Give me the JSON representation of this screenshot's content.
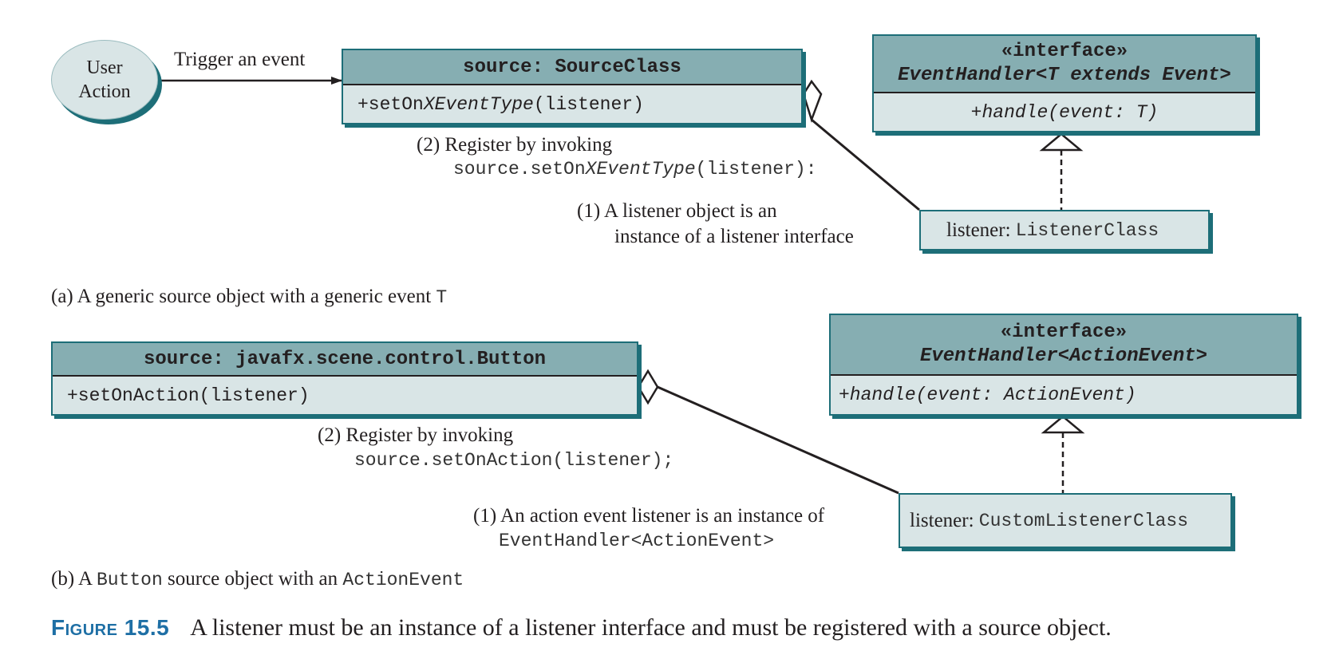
{
  "part_a": {
    "user_action": {
      "line1": "User",
      "line2": "Action"
    },
    "trigger_label": "Trigger an event",
    "source_box": {
      "title": "source: SourceClass",
      "method_prefix": "+setOn",
      "method_italic": "XEventType",
      "method_suffix": "(listener)"
    },
    "register_label": "(2) Register by invoking",
    "register_code": {
      "prefix": "source.setOn",
      "italic": "XEventType",
      "suffix": "(listener):"
    },
    "interface_box": {
      "stereotype": "«interface»",
      "name": "EventHandler<T extends Event>",
      "method": "+handle(event: T)"
    },
    "listener_note": {
      "line1": "(1) A listener object is an",
      "line2": "instance of a listener interface"
    },
    "listener_box": {
      "label": "listener: ",
      "class": "ListenerClass"
    },
    "caption": {
      "text": "(a) A generic source object with a generic event ",
      "code": "T"
    }
  },
  "part_b": {
    "source_box": {
      "title": "source: javafx.scene.control.Button",
      "method": "+setOnAction(listener)"
    },
    "register_label": "(2) Register by invoking",
    "register_code": "source.setOnAction(listener);",
    "interface_box": {
      "stereotype": "«interface»",
      "name": "EventHandler<ActionEvent>",
      "method": "+handle(event: ActionEvent)"
    },
    "listener_note": {
      "line1": "(1) An action event listener is an instance of",
      "line2": "EventHandler<ActionEvent>"
    },
    "listener_box": {
      "label": "listener: ",
      "class": "CustomListenerClass"
    },
    "caption": {
      "prefix": "(b) A ",
      "code1": "Button",
      "middle": " source object with an ",
      "code2": "ActionEvent"
    }
  },
  "figure": {
    "label": "Figure 15.5",
    "text": "A listener must be an instance of a listener interface and must be registered with a source object."
  },
  "colors": {
    "teal_dark": "#1d6e78",
    "header_fill": "#86aeb2",
    "body_fill": "#d9e5e6",
    "figure_label": "#1e6fa5"
  }
}
